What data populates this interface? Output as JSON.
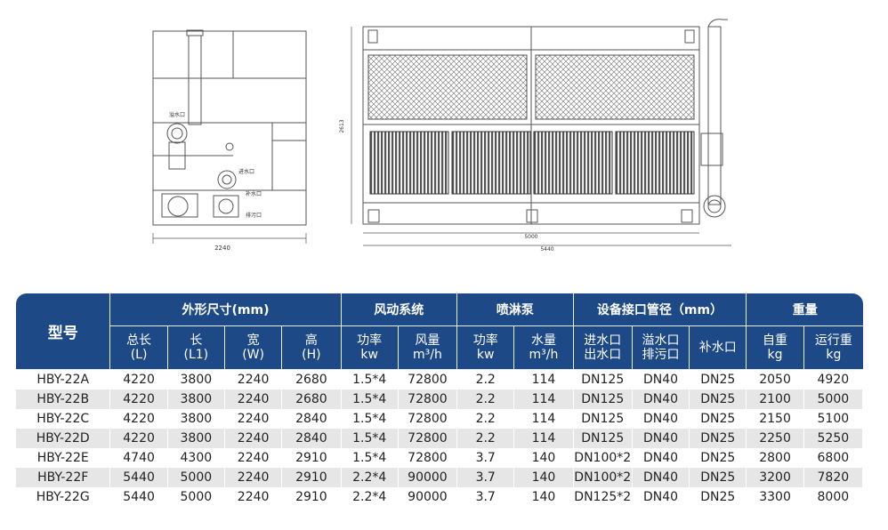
{
  "drawing": {
    "side_width_dim": "2240",
    "front_height_dim": "2613",
    "front_inner_dim": "5000",
    "front_total_dim": "5440",
    "side_labels": {
      "overflow": "溢水口",
      "inlet": "进水口",
      "makeup": "补水口",
      "drain": "排污口"
    }
  },
  "table": {
    "model_header": "型号",
    "groups": [
      {
        "label": "外形尺寸(mm)"
      },
      {
        "label": "风动系统"
      },
      {
        "label": "喷淋泵"
      },
      {
        "label": "设备接口管径（mm）"
      },
      {
        "label": "重量"
      }
    ],
    "subheaders": [
      {
        "line1": "总长",
        "line2": "(L)"
      },
      {
        "line1": "长",
        "line2": "(L1)"
      },
      {
        "line1": "宽",
        "line2": "(W)"
      },
      {
        "line1": "高",
        "line2": "(H)"
      },
      {
        "line1": "功率",
        "line2": "kw"
      },
      {
        "line1": "风量",
        "line2": "m³/h"
      },
      {
        "line1": "功率",
        "line2": "kw"
      },
      {
        "line1": "水量",
        "line2": "m³/h"
      },
      {
        "line1": "进水口",
        "line2": "出水口"
      },
      {
        "line1": "溢水口",
        "line2": "排污口"
      },
      {
        "line1": "补水口",
        "line2": ""
      },
      {
        "line1": "自重",
        "line2": "kg"
      },
      {
        "line1": "运行重",
        "line2": "kg"
      }
    ],
    "rows": [
      [
        "HBY-22A",
        "4220",
        "3800",
        "2240",
        "2680",
        "1.5*4",
        "72800",
        "2.2",
        "114",
        "DN125",
        "DN40",
        "DN25",
        "2050",
        "4920"
      ],
      [
        "HBY-22B",
        "4220",
        "3800",
        "2240",
        "2680",
        "1.5*4",
        "72800",
        "2.2",
        "114",
        "DN125",
        "DN40",
        "DN25",
        "2100",
        "5000"
      ],
      [
        "HBY-22C",
        "4220",
        "3800",
        "2240",
        "2840",
        "1.5*4",
        "72800",
        "2.2",
        "114",
        "DN125",
        "DN40",
        "DN25",
        "2150",
        "5100"
      ],
      [
        "HBY-22D",
        "4220",
        "3800",
        "2240",
        "2840",
        "1.5*4",
        "72800",
        "2.2",
        "114",
        "DN125",
        "DN40",
        "DN25",
        "2250",
        "5250"
      ],
      [
        "HBY-22E",
        "4740",
        "4300",
        "2240",
        "2910",
        "1.5*4",
        "72800",
        "3.7",
        "140",
        "DN100*2",
        "DN40",
        "DN25",
        "2800",
        "6800"
      ],
      [
        "HBY-22F",
        "5440",
        "5000",
        "2240",
        "2910",
        "2.2*4",
        "90000",
        "3.7",
        "140",
        "DN100*2",
        "DN40",
        "DN25",
        "3200",
        "7820"
      ],
      [
        "HBY-22G",
        "5440",
        "5000",
        "2240",
        "2910",
        "2.2*4",
        "90000",
        "3.7",
        "140",
        "DN125*2",
        "DN40",
        "DN25",
        "3300",
        "8000"
      ]
    ],
    "colors": {
      "header_bg": "#1d4a86",
      "stripe": "#e6e6e6"
    }
  }
}
